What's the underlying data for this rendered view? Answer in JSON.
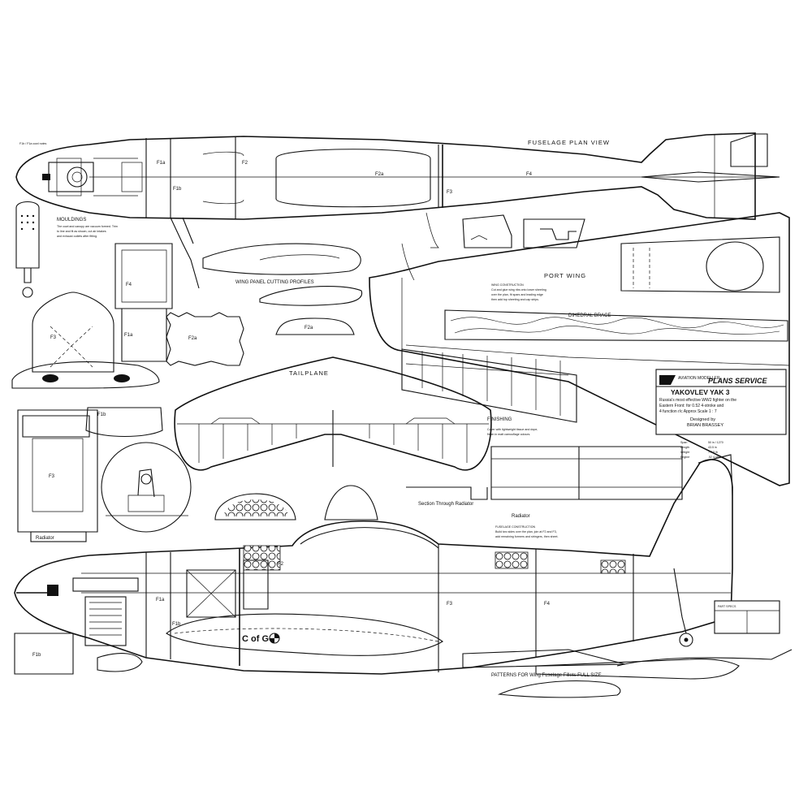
{
  "views": {
    "fuselage_plan": "FUSELAGE PLAN VIEW",
    "port_wing": "PORT WING",
    "tailplane": "TAILPLANE",
    "wing_profiles": "WING PANEL CUTTING PROFILES",
    "dihedral_brace": "DIHEDRAL BRACE",
    "finishing": "FINISHING",
    "section_radiator": "Section Through Radiator",
    "radiator_side": "Radiator",
    "radiator_left": "Radiator",
    "mouldings": "MOULDINGS",
    "fuselage_construction": "FUSELAGE CONSTRUCTION",
    "patterns": "PATTERNS FOR Wing Fuselage Fillets FULL SIZE",
    "cofg": "C of G",
    "part_spec": "PART SPECS"
  },
  "formers": {
    "f1a": "F1a",
    "f1b": "F1b",
    "f2": "F2",
    "f2a": "F2a",
    "f3": "F3",
    "f4": "F4"
  },
  "title_block": {
    "publisher": "AVIATION MODELLER",
    "service": "PLANS SERVICE",
    "model": "YAKOVLEV  YAK 3",
    "line1": "Russia's most effective WW2 fighter on the",
    "line2": "Eastern Front: for 0.52 4-stroke and",
    "line3": "4 function r/c    Approx Scale  1 : 7",
    "designed_by": "Designed by",
    "designer": "BRIAN BRASSEY"
  },
  "specs": [
    {
      "label": "Span",
      "value": "50 in / 1270"
    },
    {
      "label": "Length",
      "value": "43.5 in"
    },
    {
      "label": "Weight",
      "value": "7-7.5 lb"
    },
    {
      "label": "Engine",
      "value": ".52 4-stroke"
    }
  ]
}
